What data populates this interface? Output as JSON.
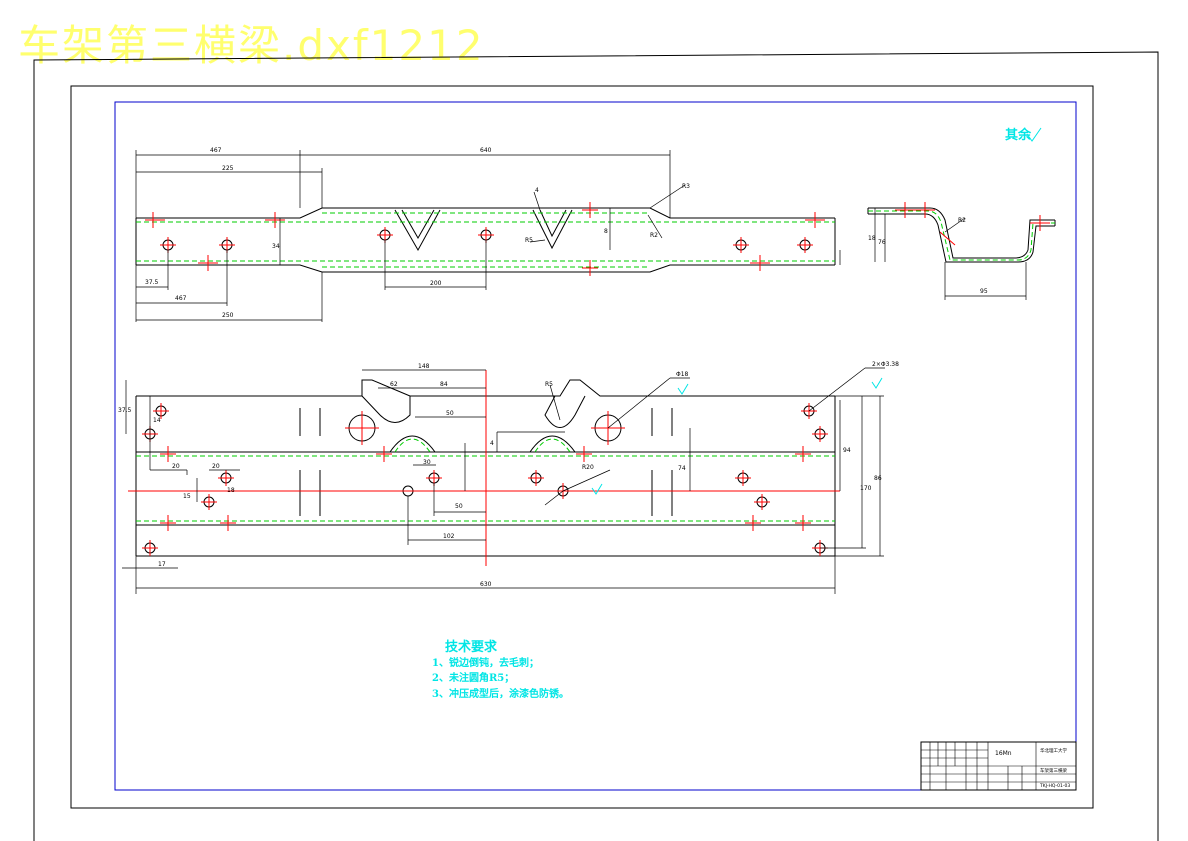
{
  "file_title": "车架第三横梁.dxf1212",
  "surface_note": "其余",
  "tech_req": {
    "heading": "技术要求",
    "items": [
      "1、锐边倒钝，去毛刺；",
      "2、未注圆角R5；",
      "3、冲压成型后，涂漆色防锈。"
    ]
  },
  "top_view_dims": [
    "467",
    "640",
    "225",
    "4",
    "8",
    "R3",
    "R2",
    "R5",
    "34",
    "200",
    "467",
    "37.5",
    "250"
  ],
  "side_view_dims": [
    "18",
    "R2",
    "76",
    "95"
  ],
  "main_view_dims": [
    "148",
    "62",
    "84",
    "50",
    "50",
    "4",
    "74",
    "94",
    "170",
    "17",
    "30",
    "20",
    "14",
    "15",
    "18",
    "86",
    "102",
    "37.5",
    "R5",
    "R20",
    "630",
    "2×Φ3.38",
    "Φ18"
  ],
  "title_block": {
    "school": "华北理工大学",
    "part_name": "车架第三横梁",
    "drawing_no": "TKJ-HQ-01-03",
    "material": "16Mn"
  },
  "colors": {
    "border": "#000000",
    "frame": "#0000cc",
    "centerline": "#ff0000",
    "hidden": "#00cc00",
    "annotation": "#00e5e5",
    "title": "#ffff55"
  }
}
